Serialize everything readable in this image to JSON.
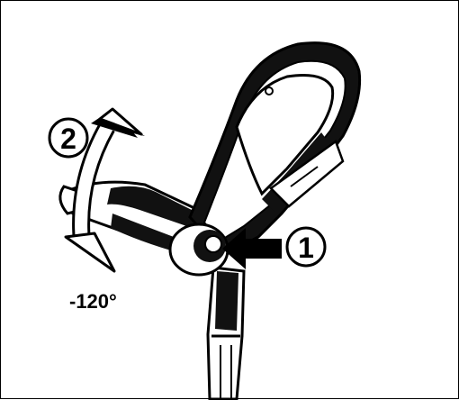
{
  "figure": {
    "step_1": "1",
    "step_2": "2",
    "rotation_angle": "-120°"
  },
  "colors": {
    "ink": "#000000",
    "background": "#ffffff"
  }
}
